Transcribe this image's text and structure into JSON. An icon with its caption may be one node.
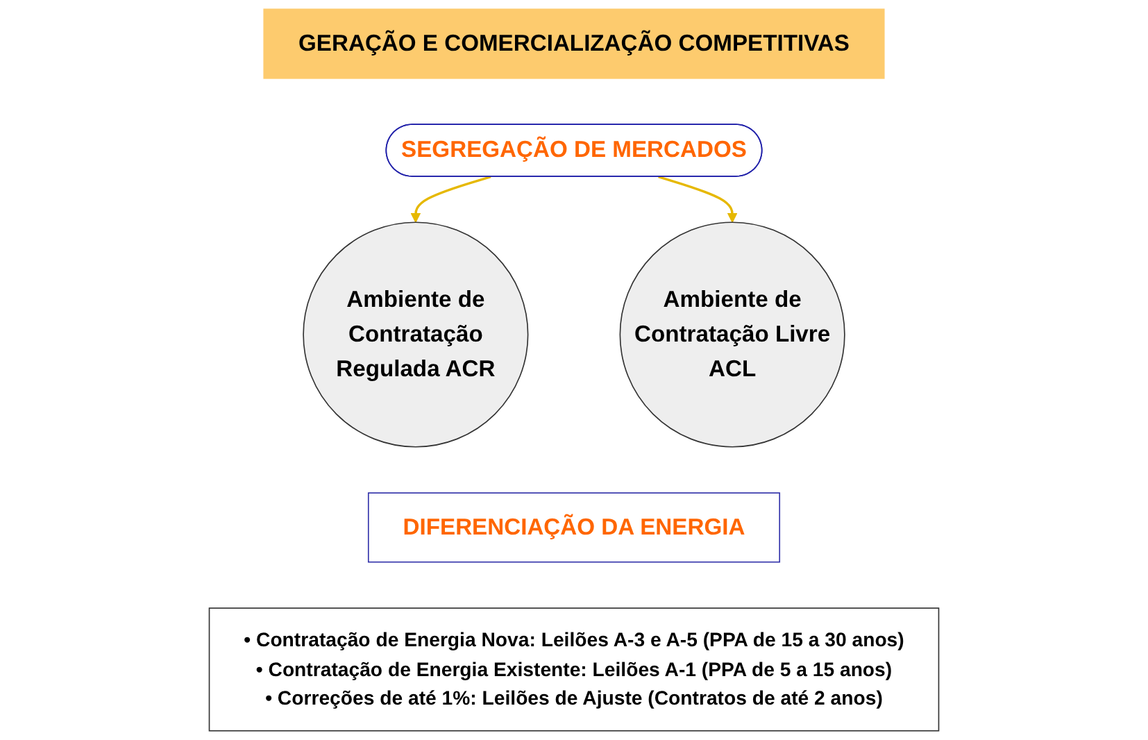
{
  "diagram": {
    "nodes": [
      {
        "text": [
          "GERAÇÃO E COMERCIALIZAÇÃO COMPETITIVAS"
        ]
      },
      {
        "text": [
          "SEGREGAÇÃO DE MERCADOS"
        ]
      },
      {
        "text": [
          "Ambiente de Contratação Regulada ACR"
        ]
      },
      {
        "text": [
          "Ambiente de Contratação Livre ACL"
        ]
      },
      {
        "text": [
          "DIFERENCIAÇÃO DA ENERGIA"
        ]
      },
      {
        "text": [
          "• Contratação de Energia Nova: Leilões A-3 e A-5 (PPA de 15 a 30 anos)",
          "• Contratação de Energia Existente: Leilões A-1 (PPA de 5 a 15 anos)",
          "• Correções de até 1%: Leilões de Ajuste (Contratos de até 2 anos)"
        ]
      }
    ],
    "edges": [
      {
        "from": 1,
        "to": 2,
        "arrow": "to"
      },
      {
        "from": 1,
        "to": 3,
        "arrow": "to"
      }
    ]
  }
}
